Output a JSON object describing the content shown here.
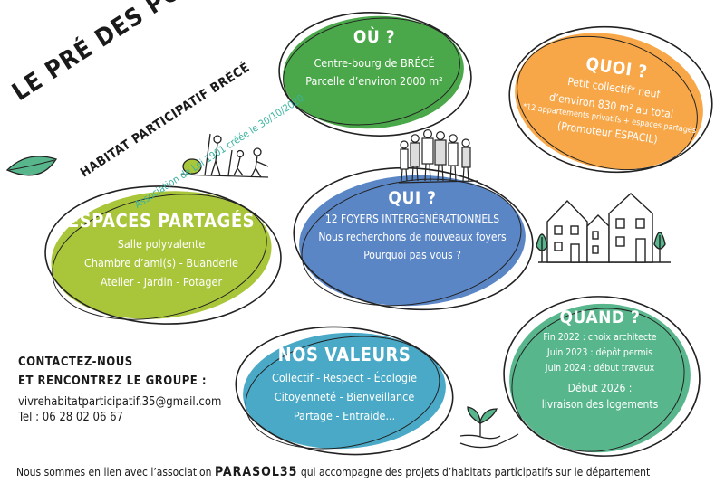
{
  "header": {
    "title": "LE PRÉ DES POSSIBLES",
    "subtitle": "HABITAT PARTICIPATIF BRÉCÉ",
    "association": "Association de Loi 1901 créée le 30/10/2020"
  },
  "ou": {
    "heading": "OÙ ?",
    "line1": "Centre-bourg de BRÉCÉ",
    "line2": "Parcelle d’environ 2000 m²"
  },
  "quoi": {
    "heading": "QUOI ?",
    "line1": "Petit collectif* neuf",
    "line2": "d’environ 830 m² au total",
    "line3": "*12 appartements privatifs + espaces partagés",
    "line4": "(Promoteur ESPACIL)"
  },
  "qui": {
    "heading": "QUI ?",
    "line1": "12 FOYERS INTERGÉNÉRATIONNELS",
    "line2": "Nous recherchons de nouveaux foyers",
    "line3": "Pourquoi pas vous ?"
  },
  "espaces": {
    "heading": "ESPACES PARTAGÉS",
    "line1": "Salle polyvalente",
    "line2": "Chambre d’ami(s) - Buanderie",
    "line3": "Atelier - Jardin - Potager"
  },
  "valeurs": {
    "heading": "NOS VALEURS",
    "line1": "Collectif - Respect - Écologie",
    "line2": "Citoyenneté - Bienveillance",
    "line3": "Partage - Entraide..."
  },
  "quand": {
    "heading": "QUAND ?",
    "line1": "Fin 2022 : choix architecte",
    "line2": "Juin 2023 : dépôt permis",
    "line3": "Juin 2024 : début travaux",
    "line4": "Début 2026 :",
    "line5": "livraison des logements"
  },
  "contact": {
    "heading1": "CONTACTEZ-NOUS",
    "heading2": "ET RENCONTREZ LE GROUPE :",
    "email": "vivrehabitatparticipatif.35@gmail.com",
    "phone": "Tel : 06 28 02 06 67"
  },
  "footer": {
    "before": "Nous sommes en lien avec l’association",
    "partner": "PARASOL35",
    "after": "qui accompagne des projets d’habitats participatifs sur le département"
  },
  "colors": {
    "green": "#4aa84a",
    "orange": "#f7a748",
    "blue": "#5b86c6",
    "lime": "#a9c53a",
    "teal": "#49a9c6",
    "mint": "#58b68c",
    "accent_text": "#3bb3a0"
  }
}
